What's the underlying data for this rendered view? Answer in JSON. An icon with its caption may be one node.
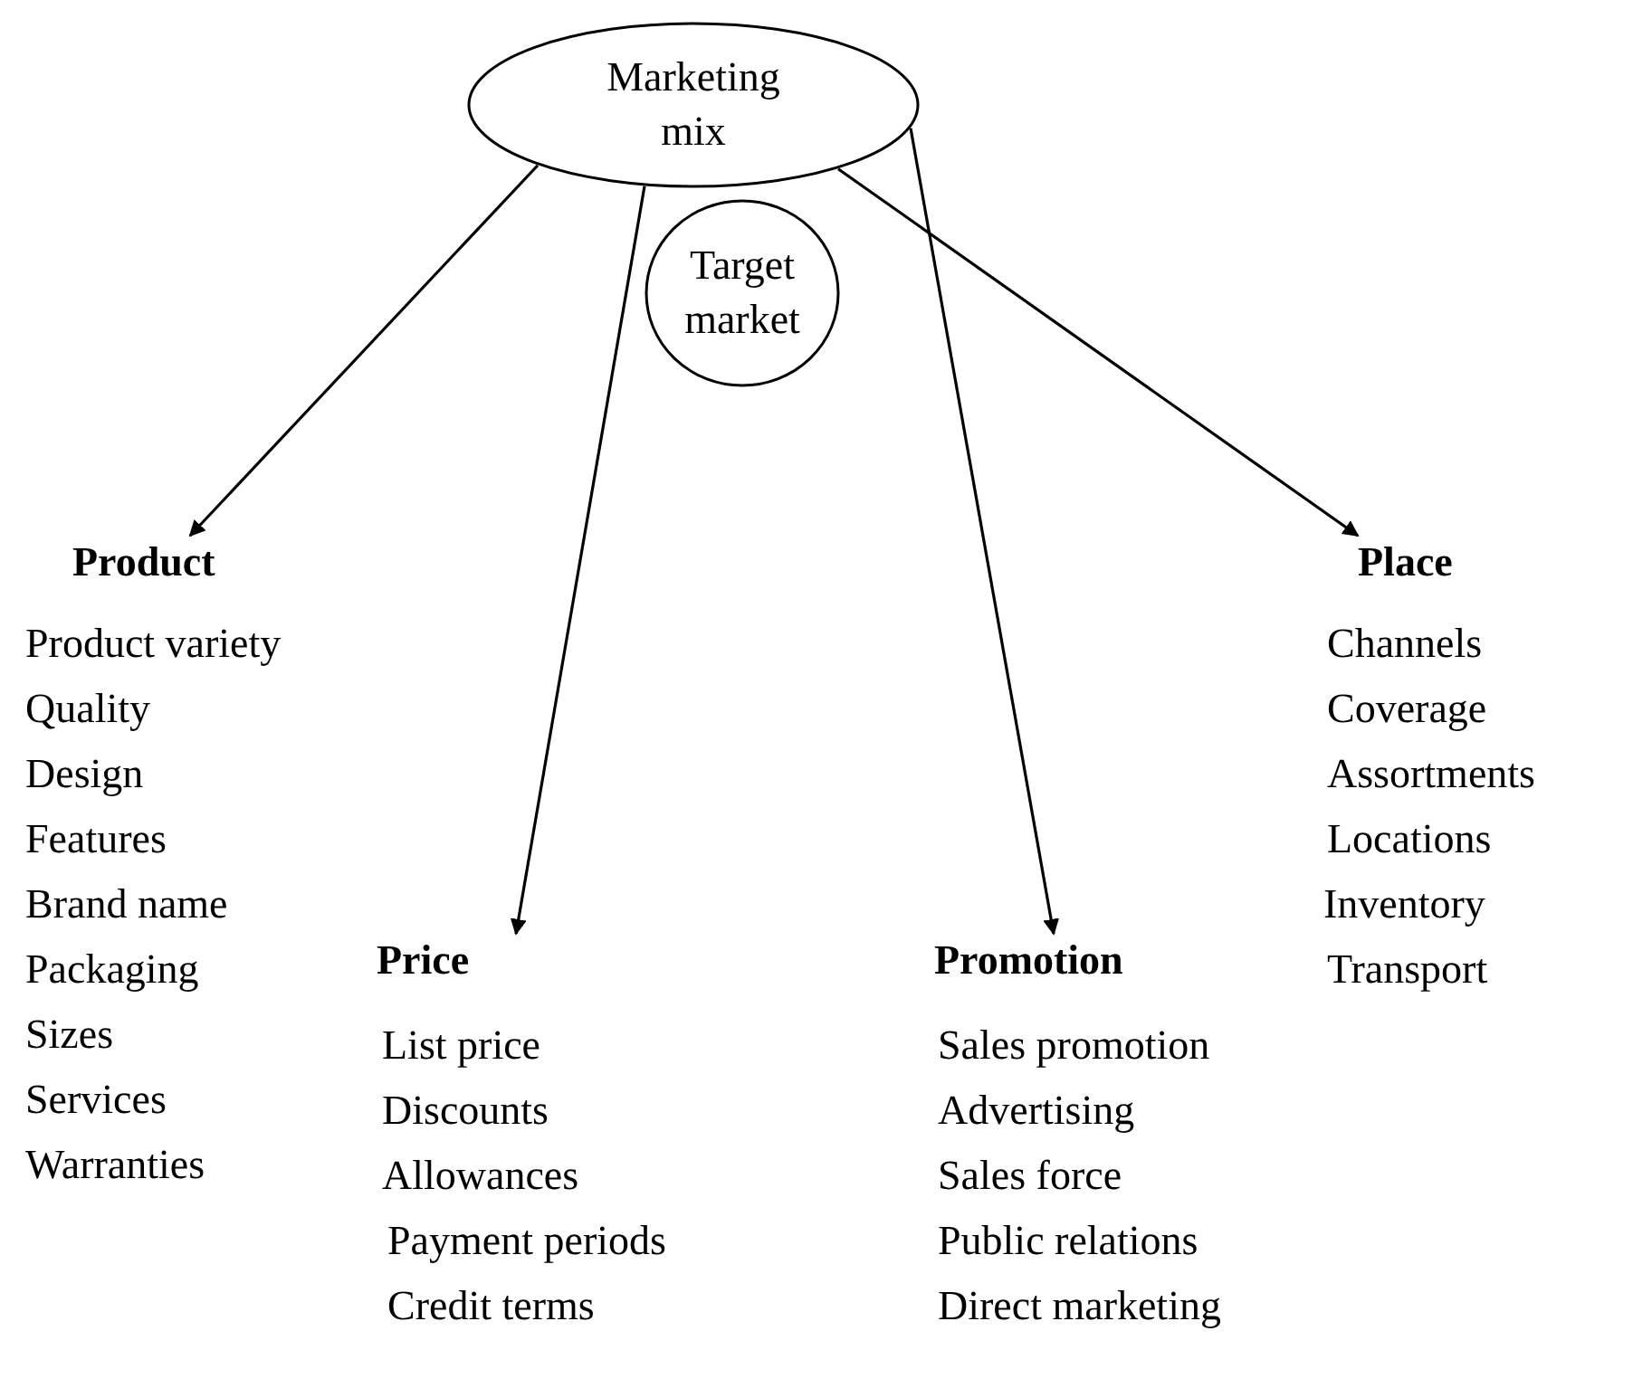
{
  "diagram": {
    "nodes": [
      {
        "text": [
          "Marketing mix"
        ]
      },
      {
        "text": [
          "Target market"
        ]
      },
      {
        "text": [
          "Product"
        ],
        "beside": [
          "Product variety",
          "Quality",
          "Design",
          "Features",
          "Brand name",
          "Packaging",
          "Sizes",
          "Services",
          "Warranties"
        ]
      },
      {
        "text": [
          "Price"
        ],
        "beside": [
          "List price",
          "Discounts",
          "Allowances",
          "Payment periods",
          "Credit terms"
        ]
      },
      {
        "text": [
          "Promotion"
        ],
        "beside": [
          "Sales promotion",
          "Advertising",
          "Sales force",
          "Public relations",
          "Direct marketing"
        ]
      },
      {
        "text": [
          "Place"
        ],
        "beside": [
          "Channels",
          "Coverage",
          "Assortments",
          "Locations",
          "Inventory",
          "Transport"
        ]
      }
    ],
    "edges": [
      {
        "from": 0,
        "to": 2,
        "arrow": "to"
      },
      {
        "from": 0,
        "to": 3,
        "arrow": "to"
      },
      {
        "from": 0,
        "to": 4,
        "arrow": "to"
      },
      {
        "from": 0,
        "to": 5,
        "arrow": "to"
      }
    ]
  }
}
